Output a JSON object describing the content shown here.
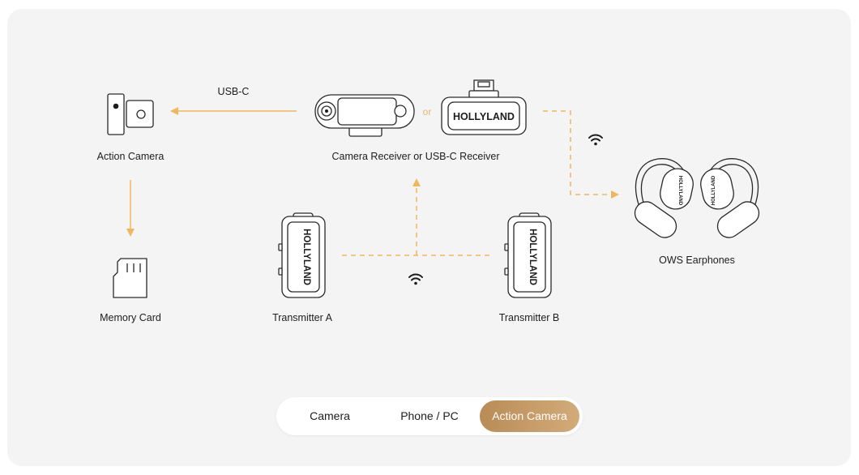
{
  "labels": {
    "action_camera": "Action Camera",
    "memory_card": "Memory Card",
    "receiver": "Camera Receiver or USB-C Receiver",
    "transmitter_a": "Transmitter A",
    "transmitter_b": "Transmitter B",
    "earphones": "OWS Earphones",
    "usb_c": "USB-C",
    "or": "or"
  },
  "brand": {
    "logo_text": "HOLLYLAND"
  },
  "tabs": [
    {
      "label": "Camera",
      "active": false
    },
    {
      "label": "Phone / PC",
      "active": false
    },
    {
      "label": "Action Camera",
      "active": true
    }
  ],
  "colors": {
    "arrow": "#f0b85a",
    "tab_active_start": "#b98c56",
    "tab_active_end": "#d3ab79",
    "panel": "#f4f4f5",
    "stroke": "#2a2a2a"
  },
  "icons": {
    "wifi": "wifi-icon"
  }
}
